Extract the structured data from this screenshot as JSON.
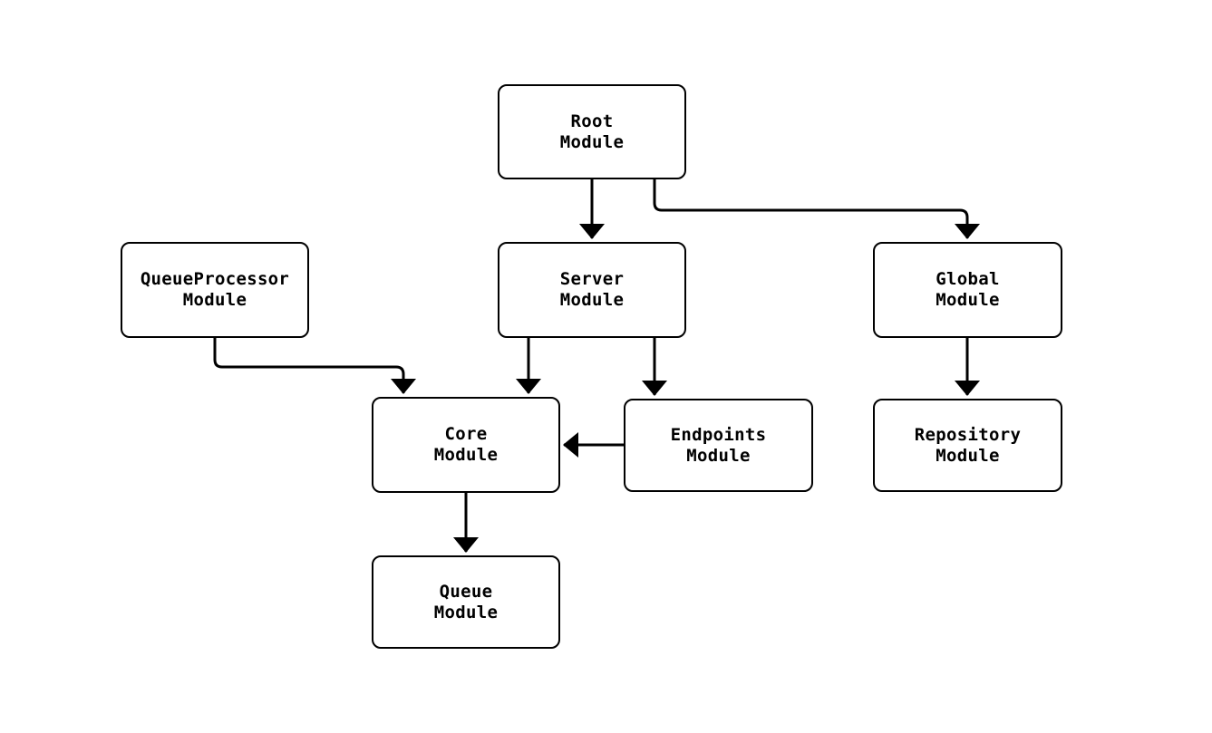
{
  "diagram": {
    "type": "module-dependency-graph",
    "background_color": "#ffffff",
    "node_border_color": "#000000",
    "node_fill_color": "#ffffff",
    "edge_color": "#000000",
    "text_color": "#000000",
    "nodes": [
      {
        "id": "root",
        "line1": "Root",
        "line2": "Module"
      },
      {
        "id": "queueprocessor",
        "line1": "QueueProcessor",
        "line2": "Module"
      },
      {
        "id": "server",
        "line1": "Server",
        "line2": "Module"
      },
      {
        "id": "global",
        "line1": "Global",
        "line2": "Module"
      },
      {
        "id": "core",
        "line1": "Core",
        "line2": "Module"
      },
      {
        "id": "endpoints",
        "line1": "Endpoints",
        "line2": "Module"
      },
      {
        "id": "repository",
        "line1": "Repository",
        "line2": "Module"
      },
      {
        "id": "queue",
        "line1": "Queue",
        "line2": "Module"
      }
    ],
    "edges": [
      {
        "from": "Root Module",
        "to": "Server Module"
      },
      {
        "from": "Root Module",
        "to": "Global Module"
      },
      {
        "from": "Server Module",
        "to": "Core Module"
      },
      {
        "from": "Server Module",
        "to": "Endpoints Module"
      },
      {
        "from": "QueueProcessor Module",
        "to": "Core Module"
      },
      {
        "from": "Endpoints Module",
        "to": "Core Module"
      },
      {
        "from": "Global Module",
        "to": "Repository Module"
      },
      {
        "from": "Core Module",
        "to": "Queue Module"
      }
    ]
  }
}
